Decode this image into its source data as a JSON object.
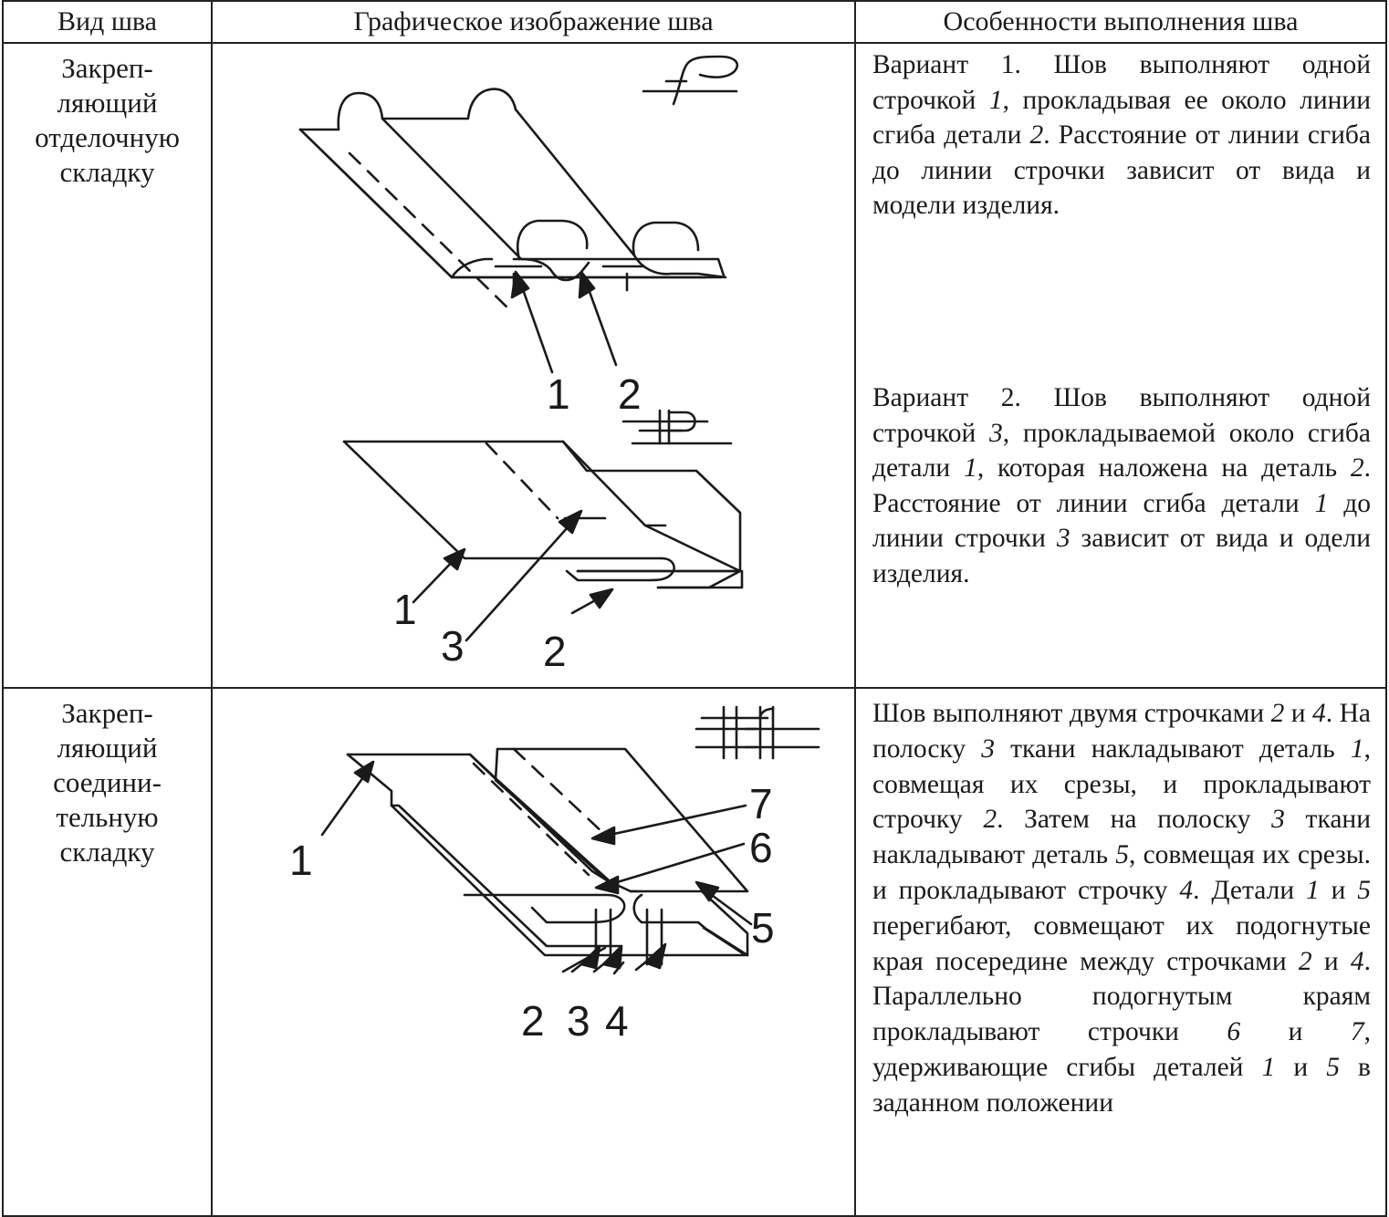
{
  "header": {
    "col_kind": "Вид шва",
    "col_graphic": "Графическое изображение шва",
    "col_features": "Особенности выполнения шва"
  },
  "rows": [
    {
      "kind_lines": [
        "Закреп-",
        "ляющий",
        "отделочную",
        "складку"
      ],
      "figures": [
        {
          "labels": [
            "1",
            "2"
          ]
        },
        {
          "labels": [
            "1",
            "3",
            "2"
          ]
        }
      ],
      "variants": [
        {
          "parts": [
            "Вариант 1. Шов выполняют одной строчкой ",
            "1",
            ", прокладывая ее около линии сгиба детали ",
            "2",
            ". Расстояние от линии сгиба до линии строчки зависит от вида и модели изделия."
          ]
        },
        {
          "parts": [
            "Вариант 2. Шов выполняют одной строчкой ",
            "3",
            ", прокладываемой около сгиба детали ",
            "1",
            ", которая наложена на деталь ",
            "2",
            ". Расстояние от линии сгиба детали ",
            "1",
            " до линии строчки ",
            "3",
            " зависит от вида и одели изделия."
          ]
        }
      ]
    },
    {
      "kind_lines": [
        "Закреп-",
        "ляющий",
        "соедини-",
        "тельную",
        "складку"
      ],
      "figures": [
        {
          "labels": [
            "1",
            "7",
            "6",
            "5",
            "2",
            "3",
            "4"
          ]
        }
      ],
      "variants": [
        {
          "parts": [
            "Шов выполняют двумя строчками ",
            "2",
            " и ",
            "4",
            ". На полоску ",
            "3",
            " ткани накладывают деталь ",
            "1",
            ", совмещая их срезы, и прокладывают строчку ",
            "2",
            ". Затем на полоску ",
            "3",
            " ткани накладывают деталь ",
            "5",
            ", совмещая их срезы. и прокладывают строчку ",
            "4",
            ". Детали ",
            "1",
            " и ",
            "5",
            " перегибают, совмещают их подогнутые края посередине между строчками ",
            "2",
            " и ",
            "4",
            ". Параллельно подогнутым краям прокладывают строчки ",
            "6",
            " и ",
            "7",
            ", удерживающие сгибы деталей ",
            "1",
            " и ",
            "5",
            " в заданном положении"
          ]
        }
      ]
    }
  ]
}
